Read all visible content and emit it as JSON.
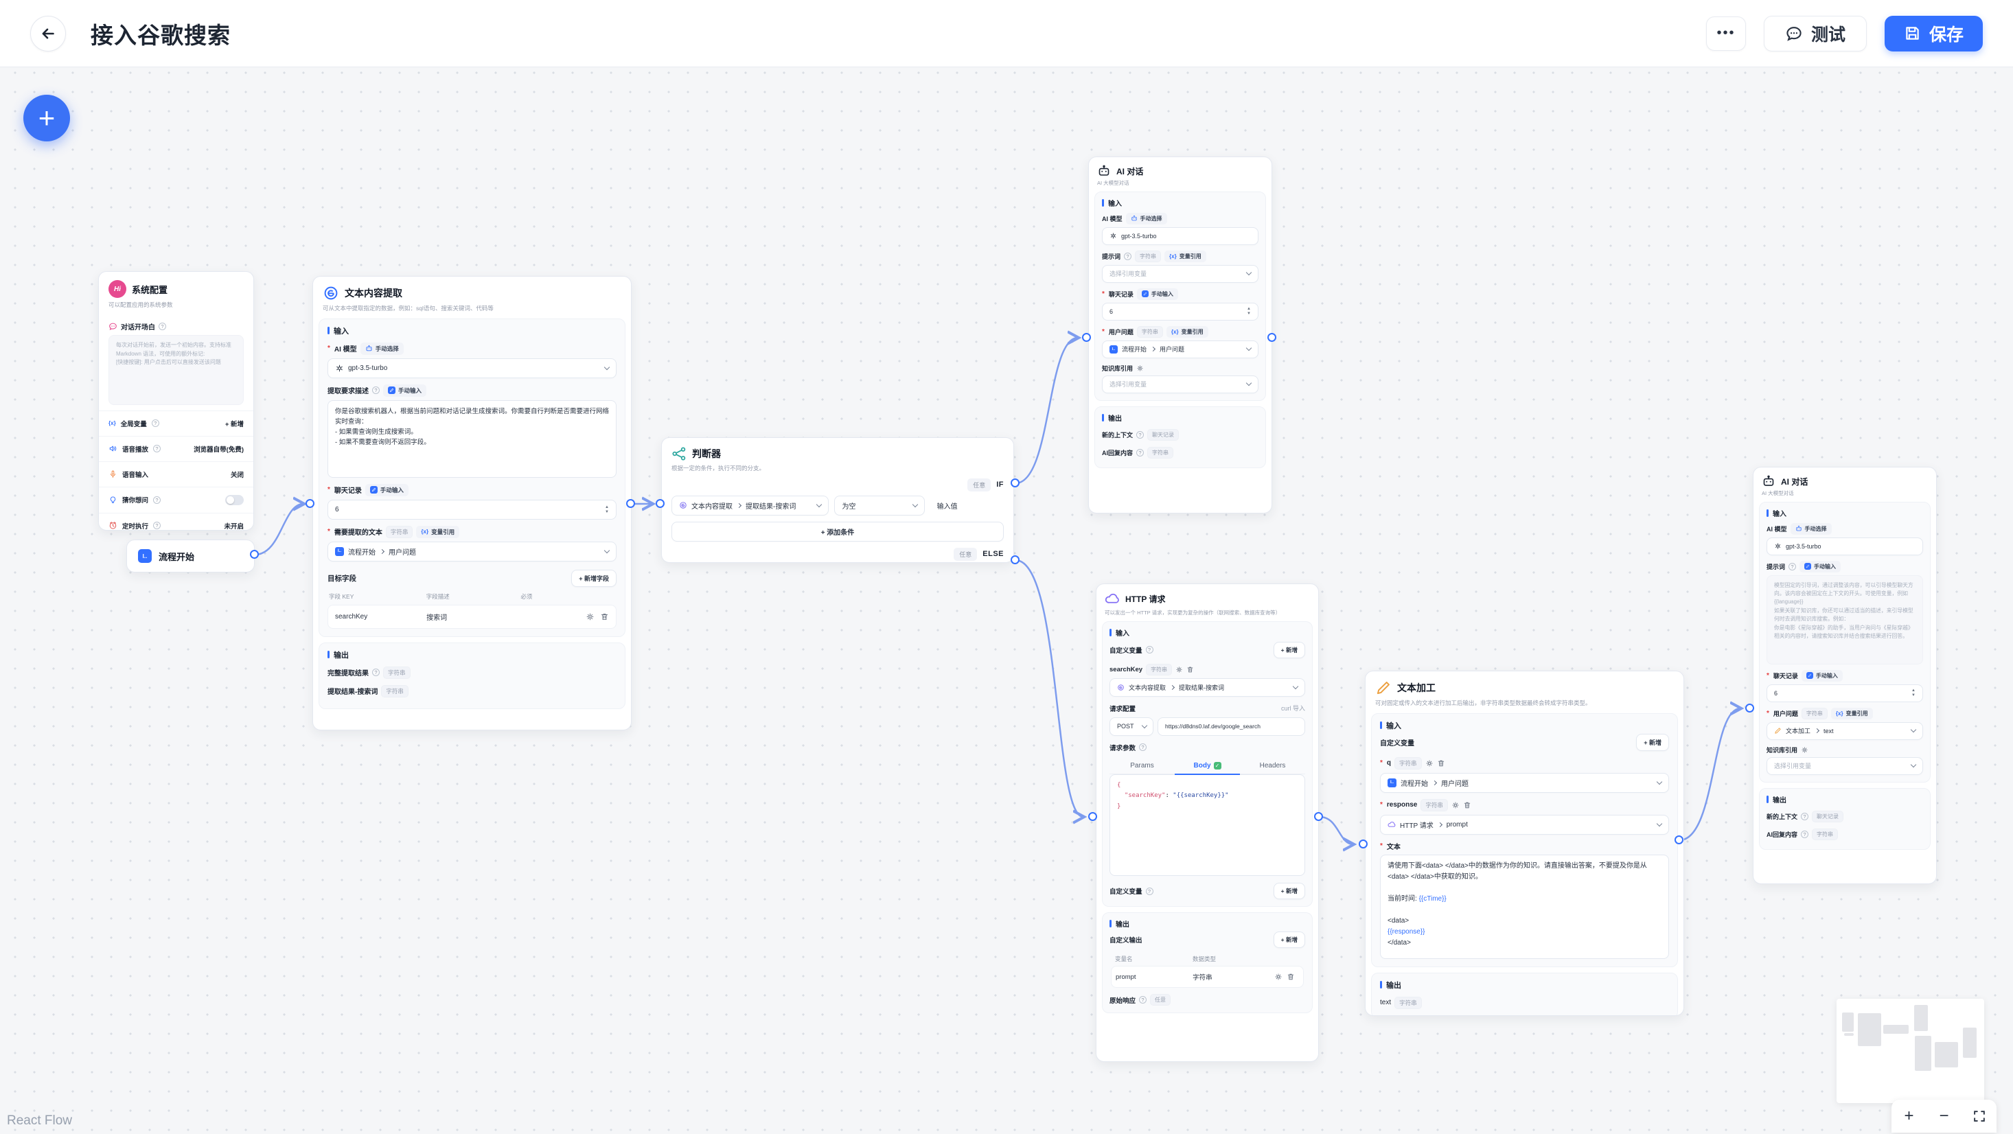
{
  "topbar": {
    "title": "接入谷歌搜索",
    "more": "•••",
    "test": "测试",
    "save": "保存"
  },
  "canvas": {
    "attribution": "React Flow"
  },
  "controls": {
    "zoom_in": "+",
    "zoom_out": "−"
  },
  "common": {
    "input": "输入",
    "output": "输出",
    "add": "+ 新增",
    "string": "字符串",
    "any": "任意",
    "chat_history_type": "聊天记录",
    "manual_select": "手动选择",
    "manual_input": "手动输入",
    "var_ref": "变量引用",
    "var_icon": "{x}",
    "select_var": "选择引用变量",
    "model": "gpt-3.5-turbo",
    "history_label": "聊天记录",
    "count": "6",
    "ai_model": "AI 模型",
    "prompt_label": "提示词",
    "kb_ref": "知识库引用",
    "new_context": "新的上下文",
    "ai_reply": "AI回复内容",
    "user_question": "用户问题"
  },
  "nodes": {
    "system": {
      "icon": "Hi",
      "title": "系统配置",
      "desc": "可以配置应用的系统参数",
      "welcome_label": "对话开场白",
      "welcome_placeholder": "每次对话开始前，发送一个初始内容。支持标准 Markdown 语法，可使用的额外标记:\n[快捷按键]: 用户点击后可以直接发送该问题",
      "rows": [
        {
          "label": "全局变量",
          "value": "+ 新增"
        },
        {
          "label": "语音播放",
          "value": "浏览器自带(免费)"
        },
        {
          "label": "语音输入",
          "value": "关闭"
        },
        {
          "label": "猜你想问",
          "value": ""
        },
        {
          "label": "定时执行",
          "value": "未开启"
        }
      ]
    },
    "start": {
      "icon": "I..",
      "title": "流程开始"
    },
    "extract": {
      "title": "文本内容提取",
      "desc": "可从文本中提取指定的数据，例如：sql语句、搜索关键词、代码等",
      "require_label": "提取要求描述",
      "require_text": "你是谷歌搜索机器人，根据当前问题和对话记录生成搜索词。你需要自行判断是否需要进行网络实时查询：\n- 如果需查询则生成搜索词。\n- 如果不需要查询则不返回字段。",
      "target_text_label": "需要提取的文本",
      "source_ref": {
        "source": "流程开始",
        "field": "用户问题"
      },
      "fields_label": "目标字段",
      "add_field": "+ 新增字段",
      "col_key": "字段 KEY",
      "col_desc": "字段描述",
      "col_required": "必须",
      "row_key": "searchKey",
      "row_desc": "搜索词",
      "out_full": "完整提取结果",
      "out_search": "提取结果-搜索词"
    },
    "judge": {
      "title": "判断器",
      "desc": "根据一定的条件，执行不同的分支。",
      "if_label": "IF",
      "else_label": "ELSE",
      "cond_left": {
        "source": "文本内容提取",
        "field": "提取结果-搜索词"
      },
      "cond_op": "为空",
      "cond_value_placeholder": "输入值",
      "add_condition": "+  添加条件"
    },
    "ai_top": {
      "title": "AI 对话",
      "desc": "AI 大模型对话",
      "prompt_ref_placeholder": "选择引用变量",
      "user_ref": {
        "source": "流程开始",
        "field": "用户问题"
      },
      "kb_placeholder": "选择引用变量"
    },
    "http": {
      "title": "HTTP 请求",
      "desc": "可以发出一个 HTTP 请求，实现更为复杂的操作（联网搜索、数据库查询等）",
      "custom_var": "自定义变量",
      "var_name": "searchKey",
      "var_ref": {
        "source": "文本内容提取",
        "field": "提取结果-搜索词"
      },
      "config_label": "请求配置",
      "curl": "curl 导入",
      "method": "POST",
      "url": "https://d8dns0.laf.dev/google_search",
      "params_label": "请求参数",
      "tabs": {
        "params": "Params",
        "body": "Body",
        "headers": "Headers"
      },
      "code": {
        "l1": "{",
        "key": "\"searchKey\"",
        "sep": ": ",
        "val": "\"{{searchKey}}\"",
        "l3": "}"
      },
      "custom_output": "自定义输出",
      "col_name": "变量名",
      "col_type": "数据类型",
      "out_row_name": "prompt",
      "out_row_type": "字符串",
      "raw_label": "原始响应",
      "raw_type": "任意"
    },
    "tp": {
      "title": "文本加工",
      "desc": "可对固定或传入的文本进行加工后输出，非字符串类型数据最终会转成字符串类型。",
      "custom_var": "自定义变量",
      "v1": "q",
      "v1_ref": {
        "source": "流程开始",
        "field": "用户问题"
      },
      "v2": "response",
      "v2_ref": {
        "source": "HTTP 请求",
        "field": "prompt"
      },
      "text_label": "文本",
      "text": {
        "p1": "请使用下面<data> </data>中的数据作为你的知识。请直接输出答案，不要提及你是从<data> </data>中获取的知识。\n\n当前时间: ",
        "t1": "{{cTime}}",
        "p2": "\n\n<data>\n",
        "t2": "{{response}}",
        "p3": "\n</data>"
      },
      "out_name": "text"
    },
    "ai_right": {
      "title": "AI 对话",
      "desc": "AI 大模型对话",
      "prompt_placeholder": "模型固定的引导词，通过调整该内容，可以引导模型聊天方向。该内容会被固定在上下文的开头。可使用变量，例如 {{language}}\n如果关联了知识库，你还可以通过适当的描述，来引导模型何时去调用知识库搜索。例如：\n你是电影《星际穿越》的助手，当用户询问与《星际穿越》相关的内容时，请搜索知识库并结合搜索结果进行回答。",
      "user_ref": {
        "source": "文本加工",
        "field": "text"
      }
    }
  }
}
